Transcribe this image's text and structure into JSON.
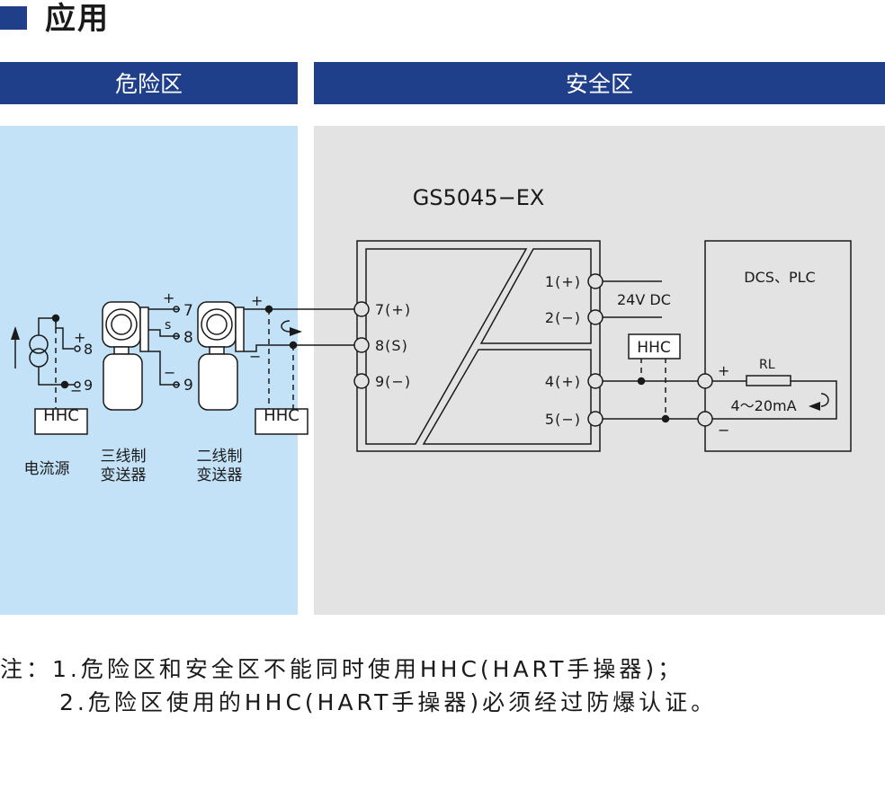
{
  "header": {
    "title": "应用"
  },
  "zones": {
    "hazard_label": "危险区",
    "safe_label": "安全区"
  },
  "devices": {
    "power_source_label": "电流源",
    "three_wire_label_line1": "三线制",
    "three_wire_label_line2": "变送器",
    "two_wire_label_line1": "二线制",
    "two_wire_label_line2": "变送器",
    "hhc_label": "HHC"
  },
  "terminals": {
    "t7_short": "7",
    "s_label": "s",
    "t8_short": "8",
    "t9_short": "9",
    "plus": "+",
    "minus": "−",
    "in_7": "7(+)",
    "in_8": "8(S)",
    "in_9": "9(−)",
    "out_1": "1(+)",
    "out_2": "2(−)",
    "out_4": "4(+)",
    "out_5": "5(−)"
  },
  "module": {
    "name": "GS5045−EX",
    "supply": "24V DC"
  },
  "dcs": {
    "label": "DCS、PLC",
    "resistor": "RL",
    "current": "4～20mA"
  },
  "notes": {
    "line1": "注：1.危险区和安全区不能同时使用HHC(HART手操器)；",
    "line2": "2.危险区使用的HHC(HART手操器)必须经过防爆认证。"
  }
}
